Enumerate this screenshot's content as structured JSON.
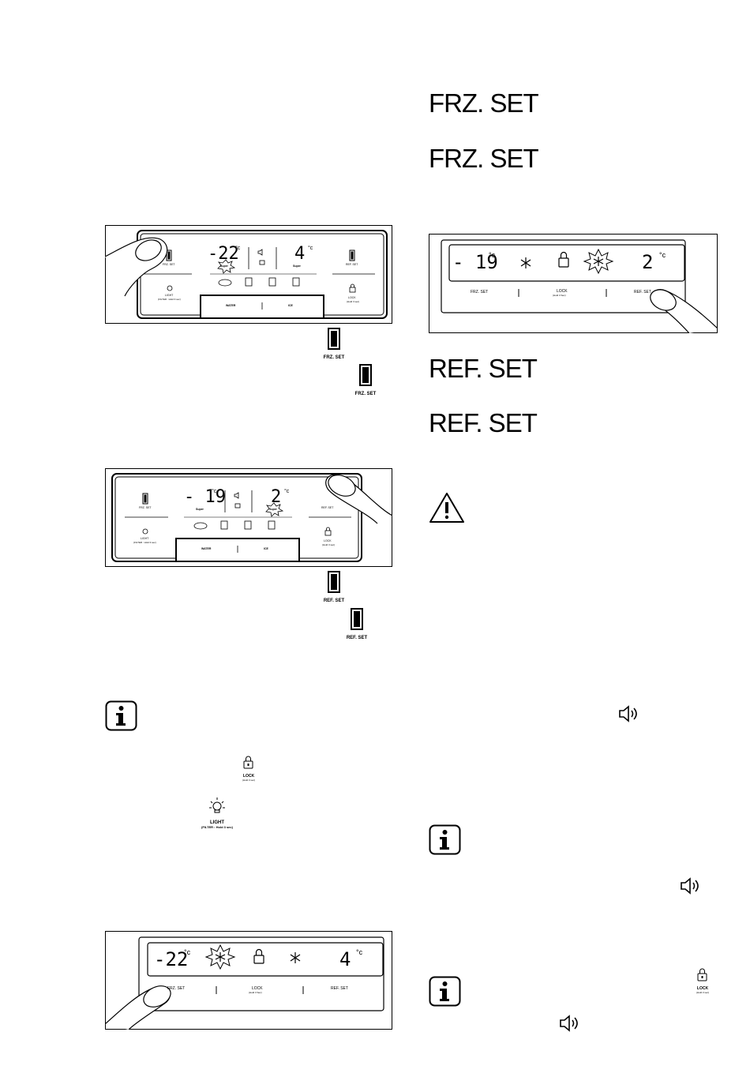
{
  "headings": {
    "frz1": "FRZ. SET",
    "frz2": "FRZ. SET",
    "ref1": "REF. SET",
    "ref2": "REF. SET"
  },
  "panel_left_1": {
    "frz_set": "FRZ. SET",
    "ref_set": "REF. SET",
    "light": "LIGHT",
    "light_sub": "(FILTER : Hold 3 sec)",
    "lock": "LOCK",
    "lock_sub": "(Hold 3 sec)",
    "water": "WATER",
    "ice": "ICE",
    "frz_temp": "-22",
    "ref_temp": "4",
    "deg": "°c",
    "super_left": "Super",
    "super_right": "Super"
  },
  "panel_left_2": {
    "frz_set": "FRZ. SET",
    "ref_set": "REF. SET",
    "light": "LIGHT",
    "light_sub": "(FILTER : Hold 3 sec)",
    "lock": "LOCK",
    "lock_sub": "(Hold 3 sec)",
    "water": "WATER",
    "ice": "ICE",
    "frz_temp": "- 19",
    "ref_temp": "2",
    "deg": "°c",
    "super_left": "Super",
    "super_right": "Super"
  },
  "panel_left_3": {
    "frz_set": "FRZ. SET",
    "lock": "LOCK",
    "lock_sub": "(Hold 3 Sec)",
    "ref_set": "REF. SET",
    "frz_temp": "-22",
    "ref_temp": "4",
    "deg": "°c"
  },
  "panel_right": {
    "frz_set": "FRZ. SET",
    "lock": "LOCK",
    "lock_sub": "(Hold 3 Sec)",
    "ref_set": "REF. SET",
    "frz_temp": "- 19",
    "ref_temp": "2",
    "deg": "°c"
  },
  "inline_icons": {
    "frz_label_a": "FRZ. SET",
    "frz_label_b": "FRZ. SET",
    "ref_label_a": "REF. SET",
    "ref_label_b": "REF. SET",
    "lock_label": "LOCK",
    "lock_sub": "(Hold 3 sec)",
    "light_label": "LIGHT",
    "light_sub": "(FILTER : Hold 3 sec)",
    "lock_label_right": "LOCK",
    "lock_sub_right": "(Hold 3 sec)"
  }
}
